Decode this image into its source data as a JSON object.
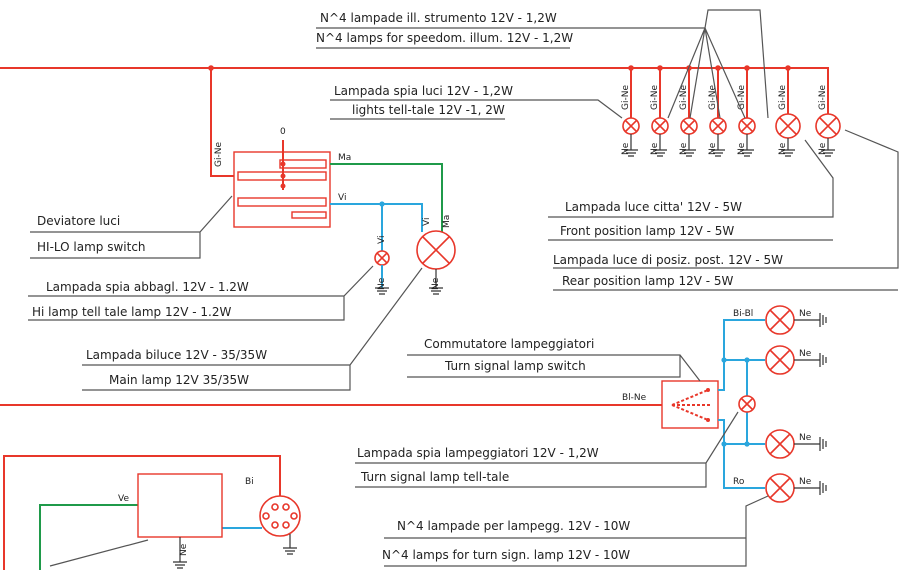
{
  "labels": {
    "instr_it": "N^4 lampade ill. strumento 12V - 1,2W",
    "instr_en": "N^4 lamps for speedom. illum. 12V - 1,2W",
    "lights_tt_it": "Lampada spia luci 12V - 1,2W",
    "lights_tt_en": "lights tell-tale 12V -1, 2W",
    "dev_it": "Deviatore luci",
    "dev_en": "HI-LO lamp switch",
    "abb_it": "Lampada spia abbagl. 12V - 1.2W",
    "abb_en": "Hi lamp tell tale lamp 12V - 1.2W",
    "bil_it": "Lampada biluce 12V - 35/35W",
    "bil_en": "Main lamp 12V 35/35W",
    "citta_it": "Lampada luce citta' 12V - 5W",
    "citta_en": "Front position lamp 12V - 5W",
    "post_it": "Lampada luce di posiz. post. 12V - 5W",
    "post_en": "Rear position lamp 12V - 5W",
    "comm_it": "Commutatore lampeggiatori",
    "comm_en": "Turn signal lamp switch",
    "spia_lamp_it": "Lampada spia lampeggiatori 12V - 1,2W",
    "spia_lamp_en": "Turn signal lamp tell-tale",
    "turn_it": "N^4 lampade per lampegg. 12V - 10W",
    "turn_en": "N^4 lamps for turn sign. lamp 12V - 10W"
  },
  "wire_tags": {
    "gi_ne": "Gi-Ne",
    "ne": "Ne",
    "ma": "Ma",
    "vi": "Vi",
    "bi_bl": "Bi-Bl",
    "bl_ne": "Bl-Ne",
    "ro": "Ro",
    "bi": "Bi",
    "ve": "Ve",
    "zero": "0"
  },
  "colors": {
    "red_wire": "#e8372a",
    "blue_wire": "#2aa6dd",
    "green_wire": "#1f9a4a"
  }
}
